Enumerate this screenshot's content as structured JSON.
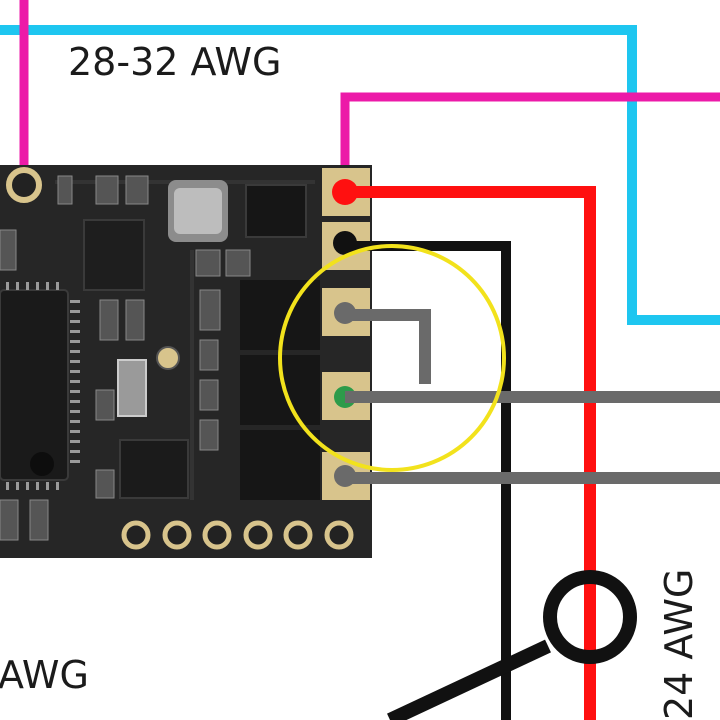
{
  "labels": {
    "gauge_top": "28-32 AWG",
    "gauge_left": "AWG",
    "gauge_right": "24 AWG"
  },
  "colors": {
    "background": "#ffffff",
    "wire_cyan": "#1ec6f0",
    "wire_magenta": "#ec1aa8",
    "wire_red": "#ff1010",
    "wire_black": "#111111",
    "wire_grey": "#6a6a6a",
    "highlight_circle": "#f2e21c",
    "board": "#262626",
    "pad_gold": "#d8c48c"
  }
}
